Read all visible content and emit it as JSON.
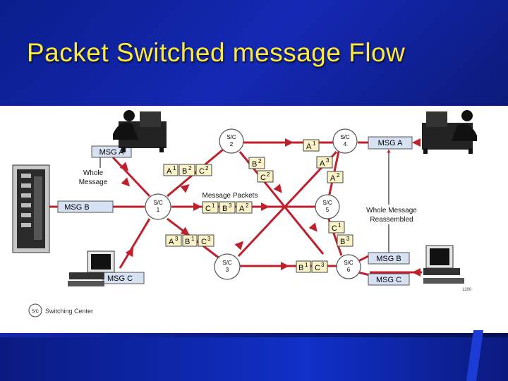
{
  "slide": {
    "title": "Packet Switched message Flow",
    "footer_code": "1200"
  },
  "colors": {
    "background": "#1428b4",
    "title": "#ffea3a",
    "link": "#c0202c",
    "packet_fill": "#fbf3c8",
    "message_fill": "#d6e2f4"
  },
  "nodes": [
    {
      "id": "sc1",
      "line1": "S/C",
      "line2": "1"
    },
    {
      "id": "sc2",
      "line1": "S/C",
      "line2": "2"
    },
    {
      "id": "sc3",
      "line1": "S/C",
      "line2": "3"
    },
    {
      "id": "sc4",
      "line1": "S/C",
      "line2": "4"
    },
    {
      "id": "sc5",
      "line1": "S/C",
      "line2": "5"
    },
    {
      "id": "sc6",
      "line1": "S/C",
      "line2": "6"
    }
  ],
  "messages": {
    "left_a": "MSG A",
    "left_b": "MSG B",
    "left_c": "MSG C",
    "right_a": "MSG A",
    "right_b": "MSG B",
    "right_c": "MSG C"
  },
  "labels": {
    "whole_message_1": "Whole",
    "whole_message_2": "Message",
    "message_packets": "Message Packets",
    "reassembled_1": "Whole Message",
    "reassembled_2": "Reassembled"
  },
  "packets": {
    "a1": "A",
    "a1s": "1",
    "b2": "B",
    "b2s": "2",
    "c2": "C",
    "c2s": "2",
    "c1": "C",
    "c1s": "1",
    "b3": "B",
    "b3s": "3",
    "a2": "A",
    "a2s": "2",
    "a3": "A",
    "a3s": "3",
    "b1": "B",
    "b1s": "1",
    "c3": "C",
    "c3s": "3",
    "top_a1": "A",
    "top_a1s": "1",
    "sc2_b2": "B",
    "sc2_b2s": "2",
    "sc2_c2": "C",
    "sc2_c2s": "2",
    "sc4_a3": "A",
    "sc4_a3s": "3",
    "sc4_a2": "A",
    "sc4_a2s": "2",
    "sc5_c1": "C",
    "sc5_c1s": "1",
    "sc5_b3": "B",
    "sc5_b3s": "3",
    "bot_b1": "B",
    "bot_b1s": "1",
    "bot_c3": "C",
    "bot_c3s": "3"
  },
  "legend": {
    "symbol": "S/C",
    "text": "Switching Center"
  }
}
